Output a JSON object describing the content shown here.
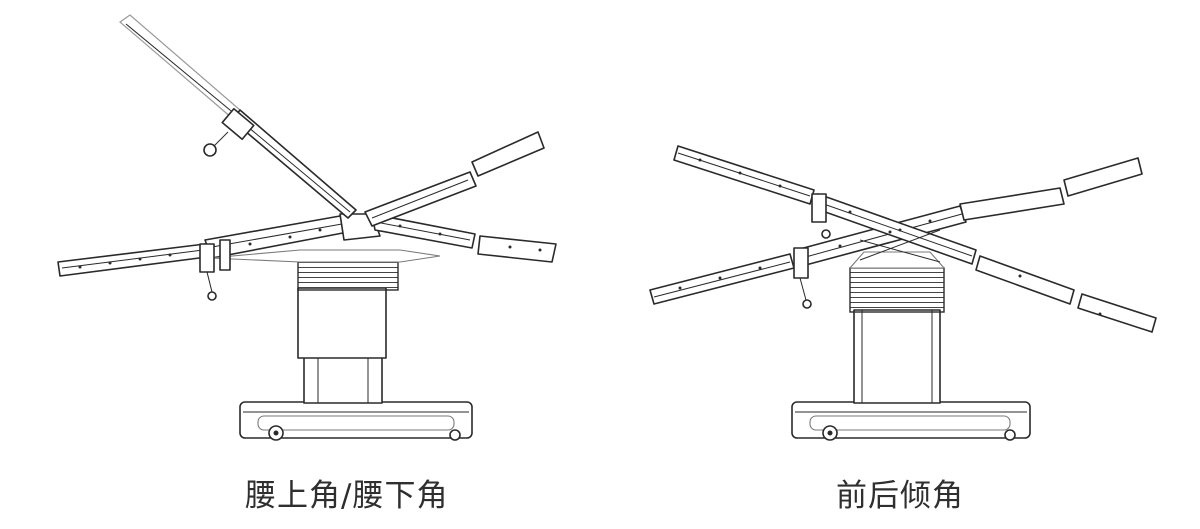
{
  "figures": [
    {
      "id": "left",
      "caption": "腰上角/腰下角",
      "icons": [
        "operating-table-base",
        "column",
        "waist-flex-up",
        "waist-flex-down"
      ]
    },
    {
      "id": "right",
      "caption": "前后倾角",
      "icons": [
        "operating-table-base",
        "column",
        "trendelenburg-tilt",
        "reverse-trendelenburg-tilt"
      ]
    }
  ]
}
